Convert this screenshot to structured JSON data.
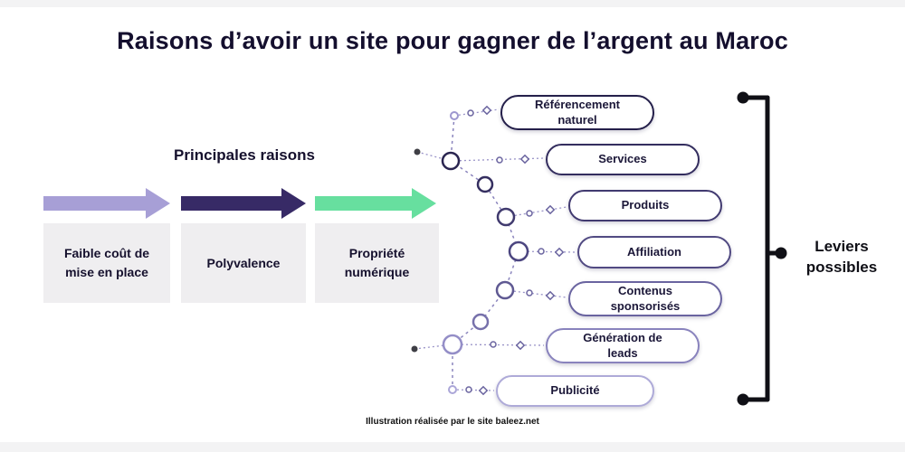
{
  "title": "Raisons d’avoir un site pour gagner de l’argent au Maroc",
  "left_section": {
    "heading": "Principales raisons",
    "items": [
      {
        "label": "Faible coût de mise en place",
        "arrow_color": "#a79fd6"
      },
      {
        "label": "Polyvalence",
        "arrow_color": "#372a66"
      },
      {
        "label": "Propriété numérique",
        "arrow_color": "#67df9f"
      }
    ]
  },
  "right_section": {
    "heading": "Leviers possibles",
    "pills": [
      {
        "label": "Référencement naturel"
      },
      {
        "label": "Services"
      },
      {
        "label": "Produits"
      },
      {
        "label": "Affiliation"
      },
      {
        "label": "Contenus sponsorisés"
      },
      {
        "label": "Génération de leads"
      },
      {
        "label": "Publicité"
      }
    ]
  },
  "footer": {
    "caption": "Illustration réalisée par le site baleez.net"
  },
  "colors": {
    "title_text": "#140f2e",
    "box_background": "#efeef0",
    "bracket": "#101016",
    "chain_dark": "#2a2550",
    "chain_light": "#aba6d8"
  }
}
